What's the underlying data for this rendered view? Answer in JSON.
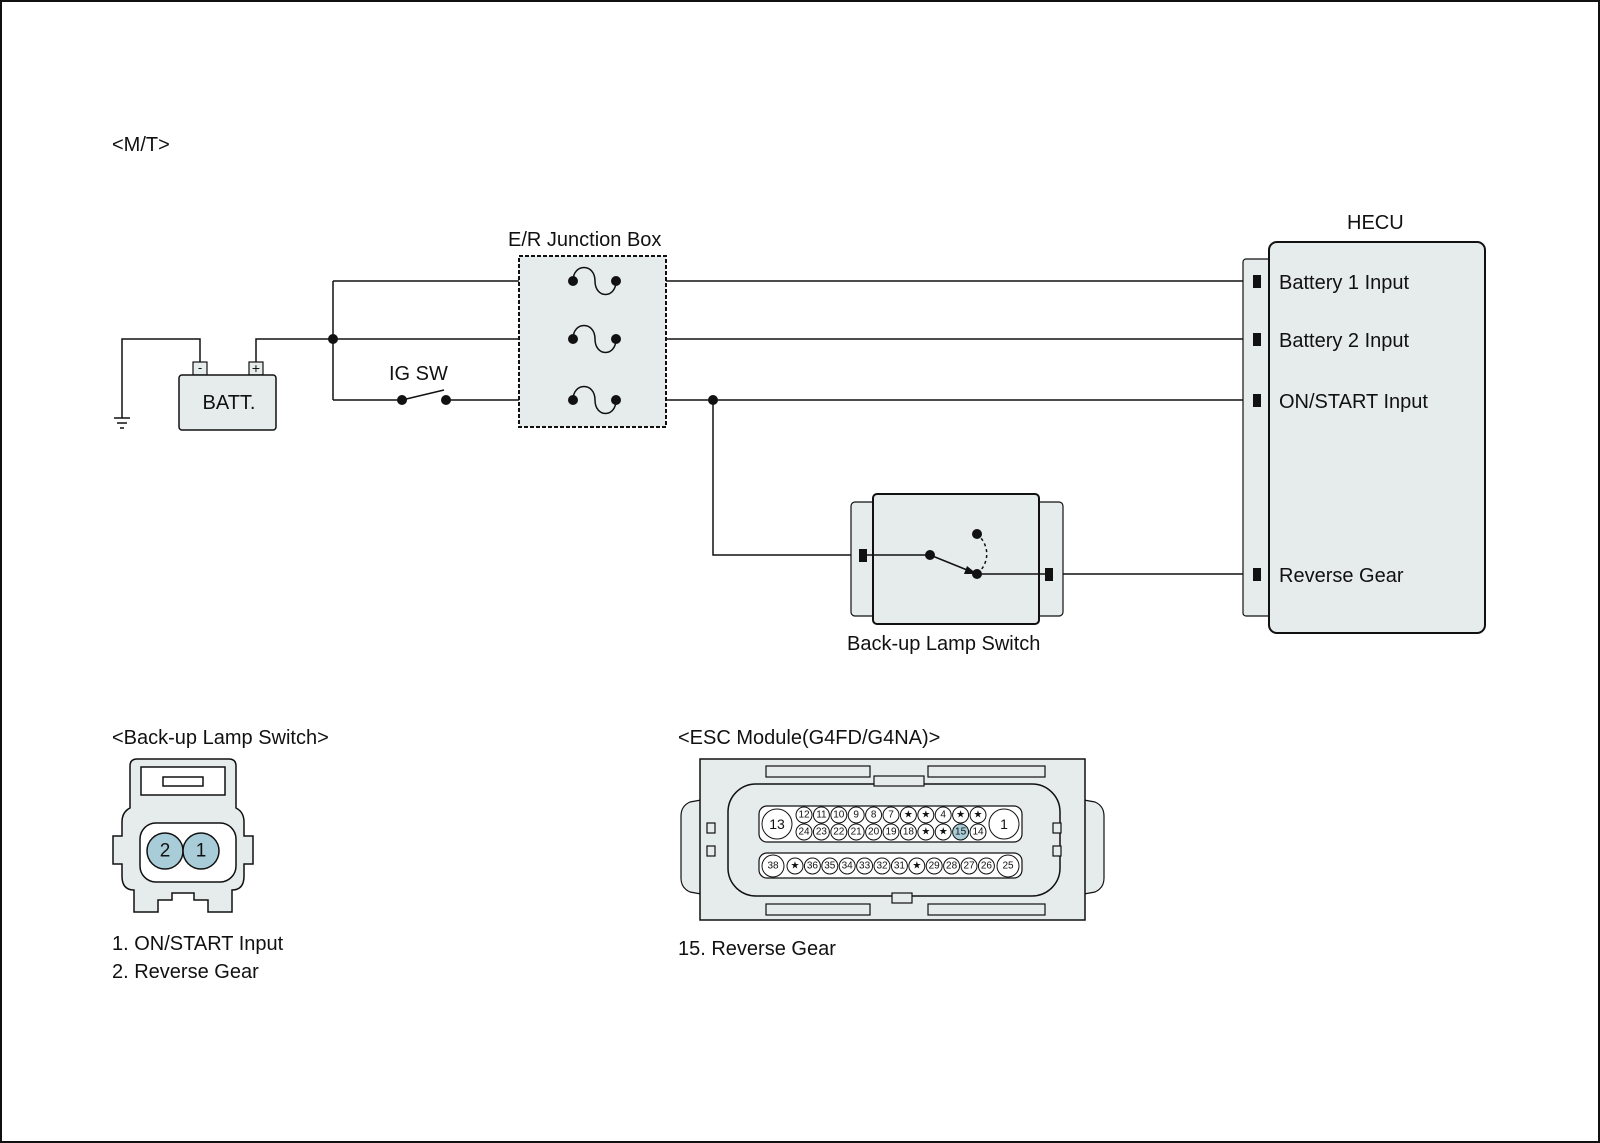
{
  "diagram": {
    "variant_label": "<M/T>",
    "junction_box_label": "E/R Junction Box",
    "hecu_label": "HECU",
    "battery_label": "BATT.",
    "battery_minus": "-",
    "battery_plus": "+",
    "ig_switch_label": "IG SW",
    "backup_switch_label": "Back-up Lamp Switch",
    "hecu_inputs": [
      "Battery 1 Input",
      "Battery 2 Input",
      "ON/START Input",
      "Reverse Gear"
    ]
  },
  "backup_connector": {
    "title": "<Back-up Lamp Switch>",
    "pins": [
      "2",
      "1"
    ],
    "legend": [
      "1. ON/START Input",
      "2. Reverse Gear"
    ]
  },
  "esc_connector": {
    "title": "<ESC Module(G4FD/G4NA)>",
    "left_big_pin": "13",
    "right_big_pin": "1",
    "row1": [
      "12",
      "11",
      "10",
      "9",
      "8",
      "7",
      "★",
      "★",
      "4",
      "★",
      "★"
    ],
    "row2": [
      "24",
      "23",
      "22",
      "21",
      "20",
      "19",
      "18",
      "★",
      "★",
      "15",
      "14"
    ],
    "row3_left": "38",
    "row3": [
      "★",
      "36",
      "35",
      "34",
      "33",
      "32",
      "31",
      "★",
      "29",
      "28",
      "27",
      "26"
    ],
    "row3_right": "25",
    "highlight_pin": "15",
    "legend": [
      "15. Reverse Gear"
    ]
  },
  "colors": {
    "line": "#111111",
    "fill": "#e6ecec",
    "pin_highlight": "#a9cdd8"
  }
}
